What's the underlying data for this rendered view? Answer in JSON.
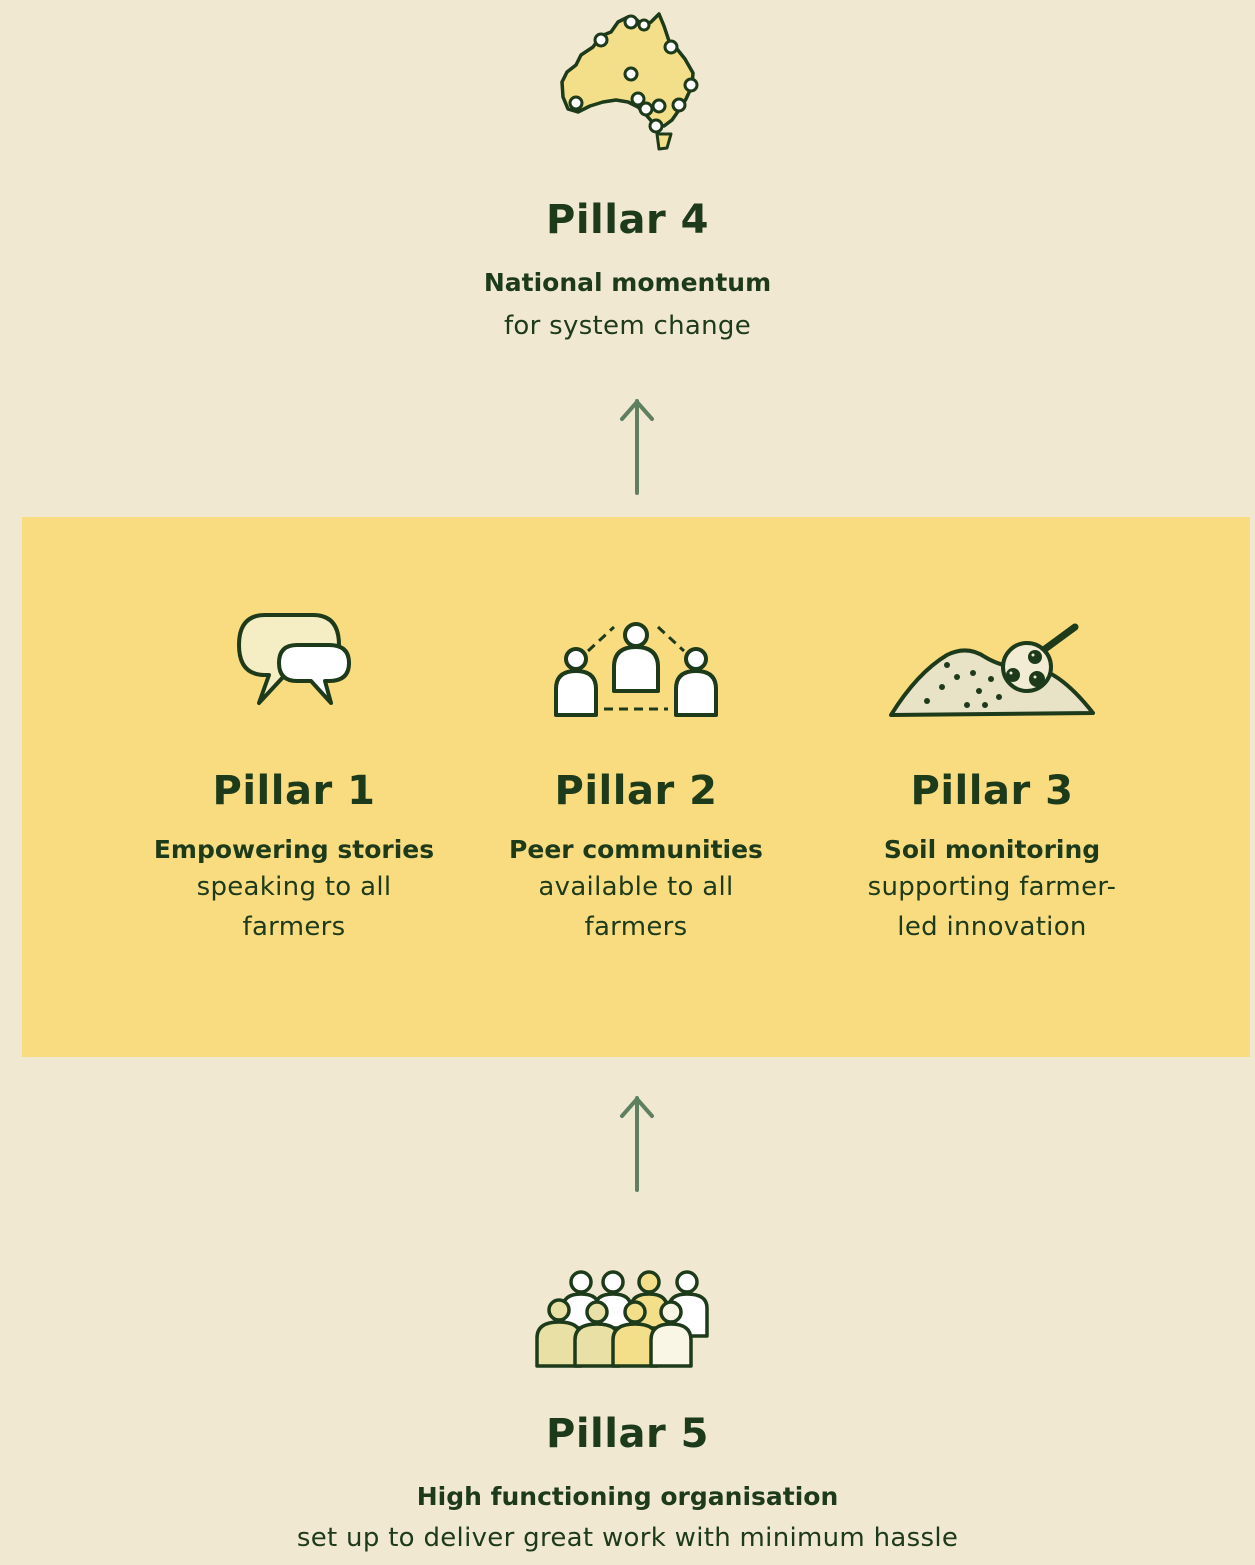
{
  "colors": {
    "background": "#f1e8d1",
    "panel": "#f9dc7f",
    "text": "#1d3a1a",
    "arrow": "#5e8060",
    "icon_fill_light": "#f5edc4",
    "icon_fill_yellow": "#f3df8a"
  },
  "pillar4": {
    "icon": "australia-map-icon",
    "title": "Pillar 4",
    "heading": "National momentum",
    "desc": "for system change"
  },
  "pillar1": {
    "icon": "speech-bubbles-icon",
    "title": "Pillar 1",
    "heading": "Empowering stories",
    "desc": "speaking to all farmers"
  },
  "pillar2": {
    "icon": "peer-community-icon",
    "title": "Pillar 2",
    "heading": "Peer communities",
    "desc": "available to all farmers"
  },
  "pillar3": {
    "icon": "soil-magnifier-icon",
    "title": "Pillar 3",
    "heading": "Soil monitoring",
    "desc": "supporting farmer-led innovation"
  },
  "pillar5": {
    "icon": "team-group-icon",
    "title": "Pillar 5",
    "heading": "High functioning organisation",
    "desc": "set up to deliver great work with minimum hassle"
  }
}
